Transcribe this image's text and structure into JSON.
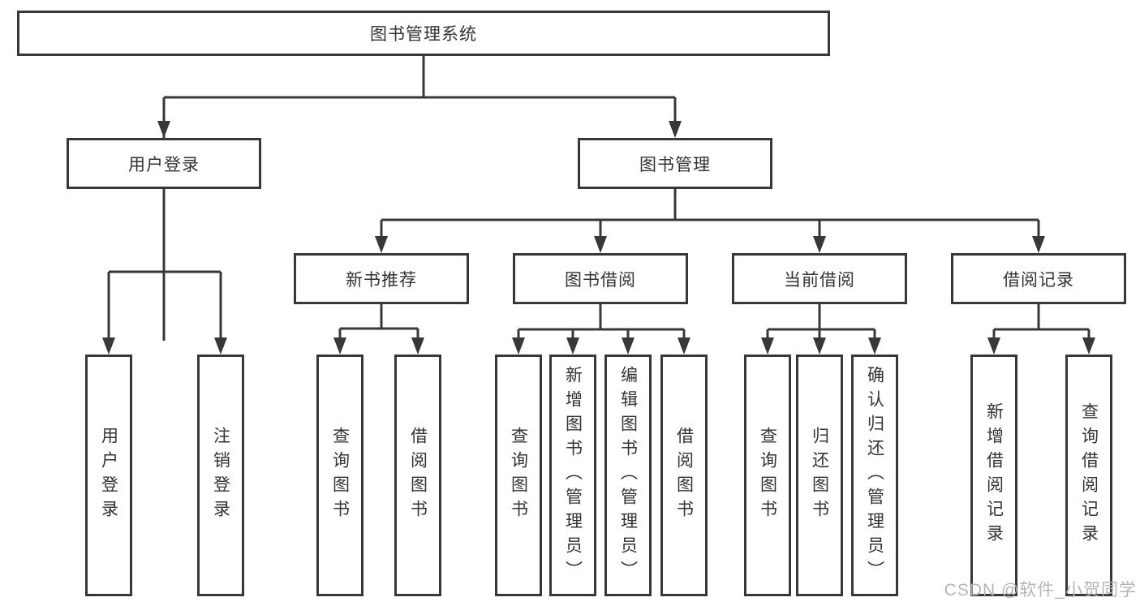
{
  "diagram": {
    "root": {
      "label": "图书管理系统"
    },
    "level2": [
      {
        "label": "用户登录"
      },
      {
        "label": "图书管理"
      }
    ],
    "level3": [
      {
        "label": "新书推荐"
      },
      {
        "label": "图书借阅"
      },
      {
        "label": "当前借阅"
      },
      {
        "label": "借阅记录"
      }
    ],
    "leaves": {
      "user_login": [
        "用户登录",
        "注销登录"
      ],
      "new_book": [
        "查询图书",
        "借阅图书"
      ],
      "borrow": [
        "查询图书",
        "新增图书（管理员）",
        "编辑图书（管理员）",
        "借阅图书"
      ],
      "current": [
        "查询图书",
        "归还图书",
        "确认归还（管理员）"
      ],
      "records": [
        "新增借阅记录",
        "查询借阅记录"
      ]
    }
  },
  "watermark": {
    "text": "CSDN @软件_小贺同学"
  },
  "colors": {
    "line": "#383838",
    "text": "#333333",
    "background": "#ffffff",
    "watermark": "#b5b5b5"
  }
}
